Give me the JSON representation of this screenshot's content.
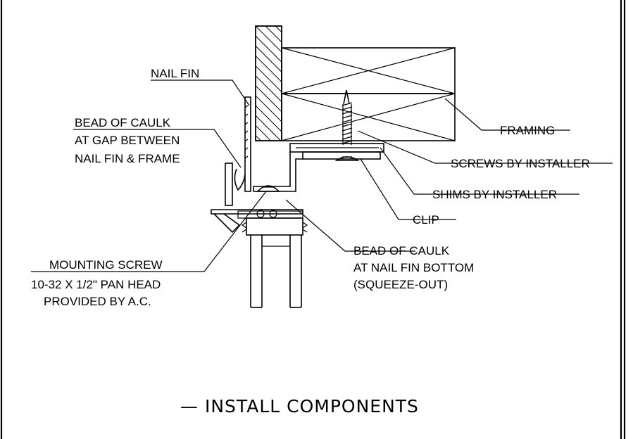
{
  "title": "—  INSTALL COMPONENTS",
  "labels": {
    "nail_fin": "NAIL FIN",
    "bead_caulk_gap_1": "BEAD OF CAULK",
    "bead_caulk_gap_2": "AT GAP BETWEEN",
    "bead_caulk_gap_3": "NAIL FIN & FRAME",
    "framing": "FRAMING",
    "screws": "SCREWS BY INSTALLER",
    "shims": "SHIMS BY INSTALLER",
    "clip": "CLIP",
    "bead_caulk_bottom_1": "BEAD OF CAULK",
    "bead_caulk_bottom_2": "AT NAIL FIN BOTTOM",
    "bead_caulk_bottom_3": "(SQUEEZE-OUT)",
    "mounting_screw_1": "MOUNTING SCREW",
    "mounting_screw_2": "10-32 X 1/2\" PAN HEAD",
    "mounting_screw_3": "PROVIDED BY A.C."
  },
  "colors": {
    "line": "#000000",
    "background": "#ffffff"
  }
}
